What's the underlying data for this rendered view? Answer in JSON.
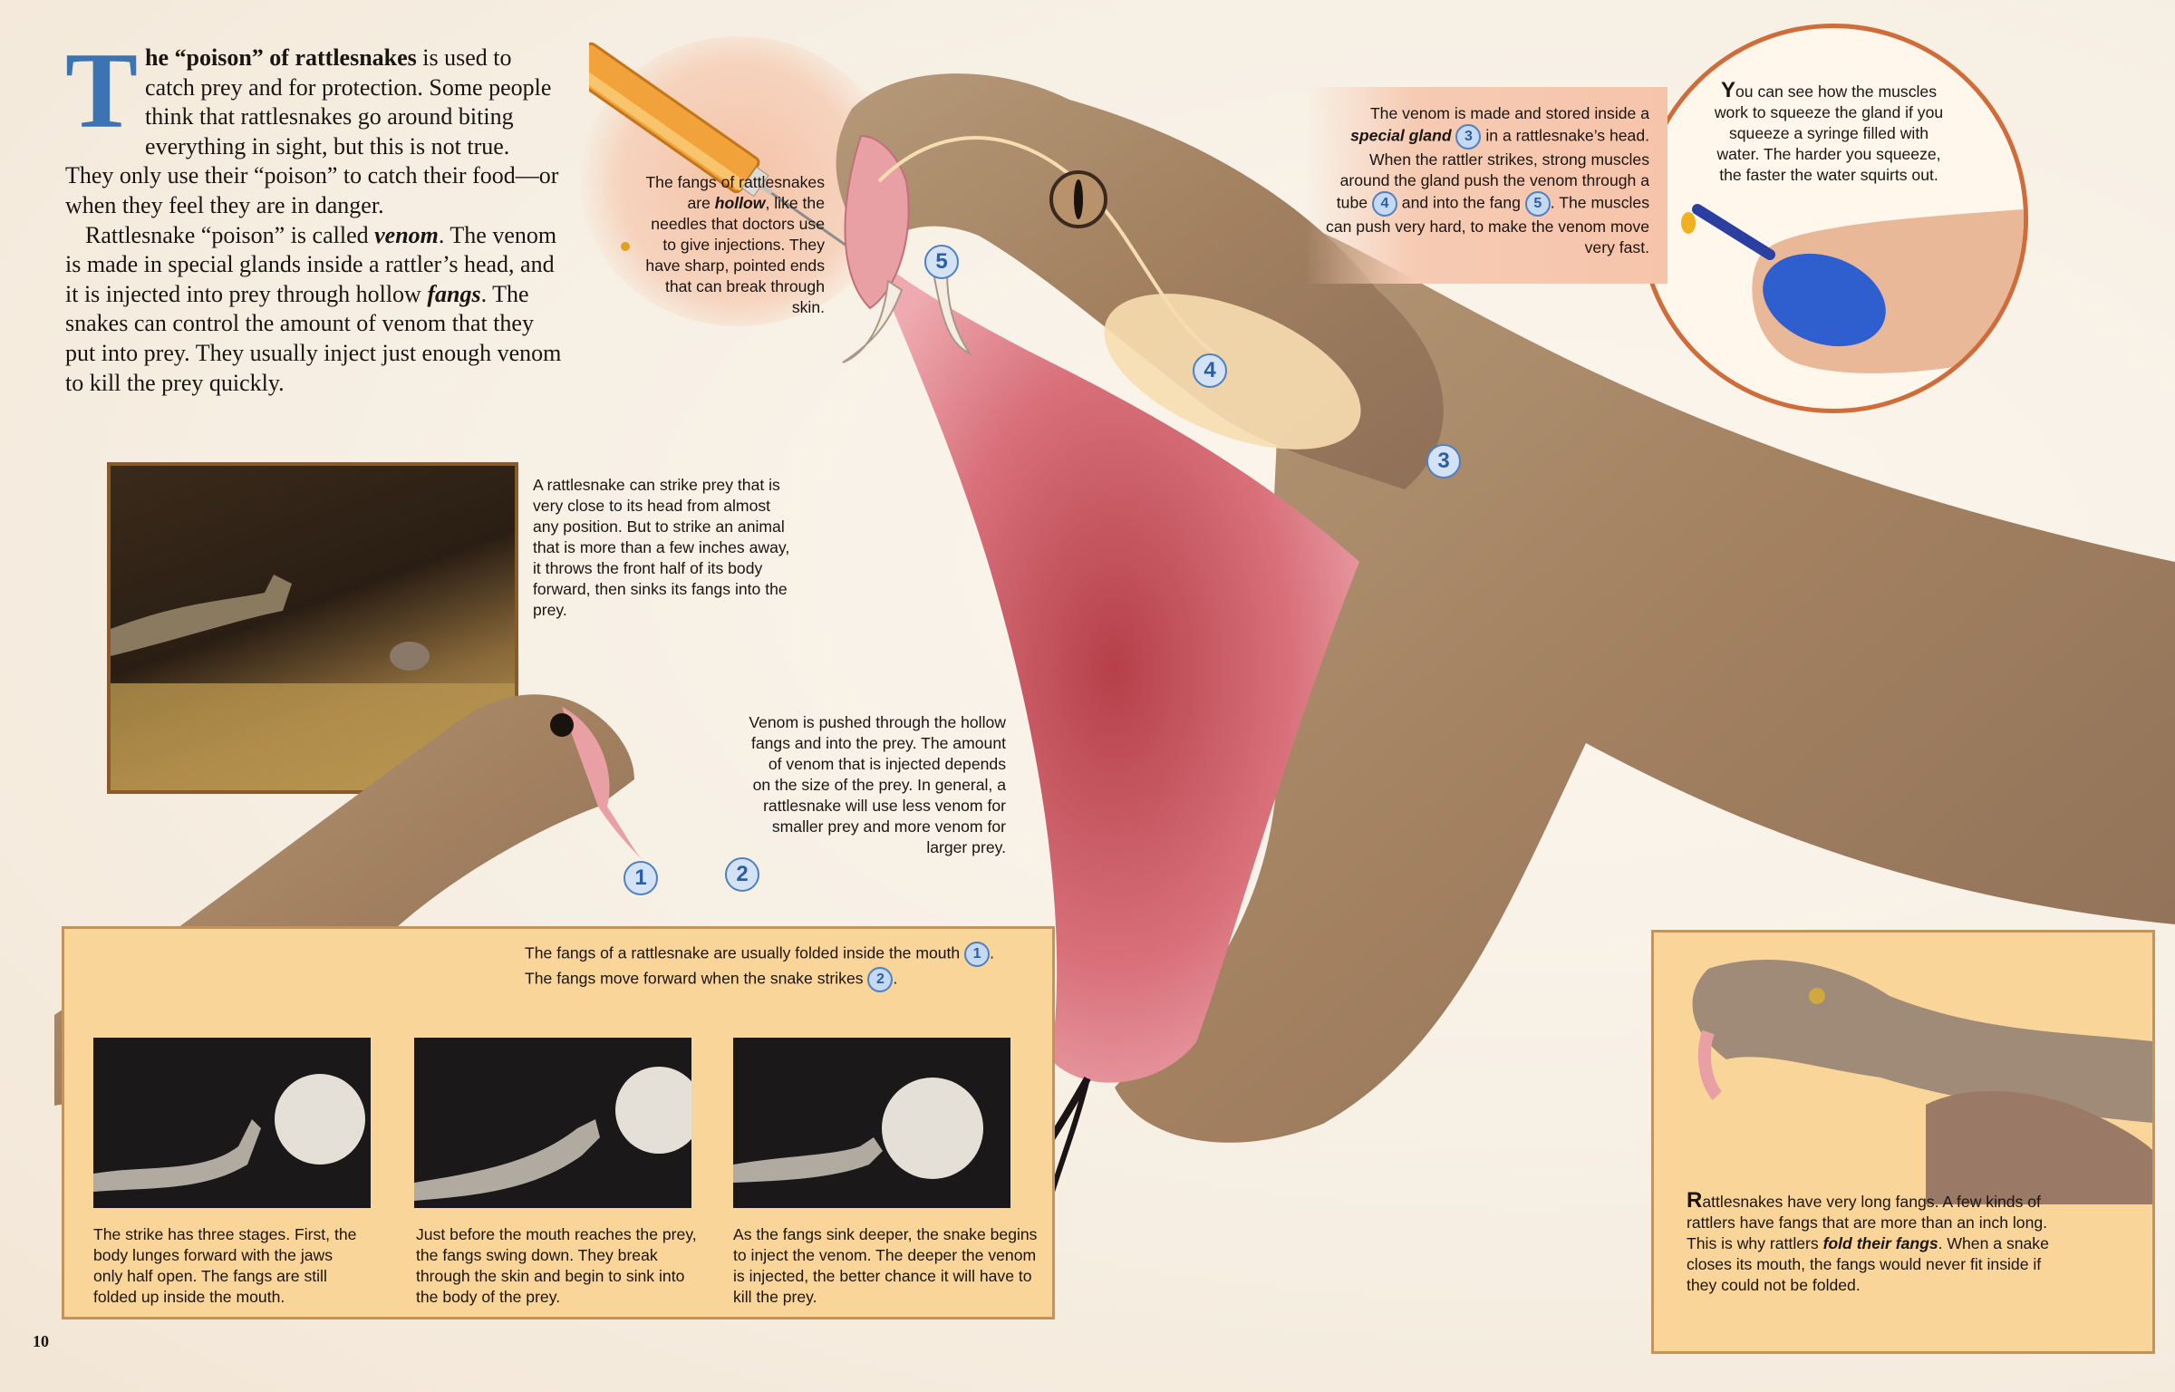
{
  "intro": {
    "dropcap": "T",
    "p1_bold": "he “poison” of rattlesnakes",
    "p1_rest": " is used to catch prey and for protection. Some people think that rattlesnakes go around biting everything in sight, but this is not true. They only use their “poison” to catch their food—or when they feel they are in danger.",
    "p2_a": "Rattlesnake “poison” is called ",
    "p2_venom": "venom",
    "p2_b": ". The venom is made in special glands inside a rattler’s head, and it is injected into prey through hollow ",
    "p2_fangs": "fangs",
    "p2_c": ". The snakes can control the amount of venom that they put into prey. They usually inject just enough venom to kill the prey quickly."
  },
  "fangs_caption": {
    "a": "The fangs of rattlesnakes are ",
    "bold": "hollow",
    "b": ", like the needles that doctors use to give injections. They have sharp, pointed ends that can break through skin."
  },
  "gland_caption": {
    "a": "The venom is made and stored inside a ",
    "bold": "special gland",
    "b": " in a rattlesnake’s head. When the rattler strikes, strong muscles around the gland push the venom through a tube ",
    "c": " and into the fang ",
    "d": ". The muscles can push very hard, to make the venom move very fast."
  },
  "syringe_caption": {
    "cap": "Y",
    "text": "ou can see how the muscles work to squeeze the gland if you squeeze a syringe filled with water. The harder you squeeze, the faster the water squirts out."
  },
  "strike_caption": "A rattlesnake can strike prey that is very close to its head from almost any position. But to strike an animal that is more than a few inches away, it throws the front half of its body forward, then sinks its fangs into the prey.",
  "pushed_caption": "Venom is pushed through the hollow fangs and into the prey. The amount of venom that is injected depends on the size of the prey. In general, a rattlesnake will use less venom for smaller prey and more venom for larger prey.",
  "folded_caption": {
    "a": "The fangs of a rattlesnake are usually folded inside the mouth ",
    "b": ".",
    "c": "The fangs move forward when the snake strikes ",
    "d": "."
  },
  "stage_captions": [
    "The strike has three stages. First, the body lunges forward with the jaws only half open. The fangs are still folded up inside the mouth.",
    "Just before the mouth reaches the prey, the fangs swing down. They break through the skin and begin to sink into the body of the prey.",
    "As the fangs sink deeper, the snake begins to inject the venom. The deeper the venom is injected, the better chance it will have to kill the prey."
  ],
  "long_fangs_caption": {
    "cap": "R",
    "a": "attlesnakes have very long fangs. A few kinds of rattlers have fangs that are more than an inch long. This is why rattlers ",
    "bold": "fold their fangs",
    "b": ". When a snake closes its mouth, the fangs would never fit inside if they could not be folded."
  },
  "markers": {
    "one": "1",
    "two": "2",
    "three": "3",
    "four": "4",
    "five": "5"
  },
  "page_number": "10",
  "colors": {
    "dropcap": "#3b73b3",
    "panel": "#fad59a",
    "marker": "#4f80c0"
  }
}
